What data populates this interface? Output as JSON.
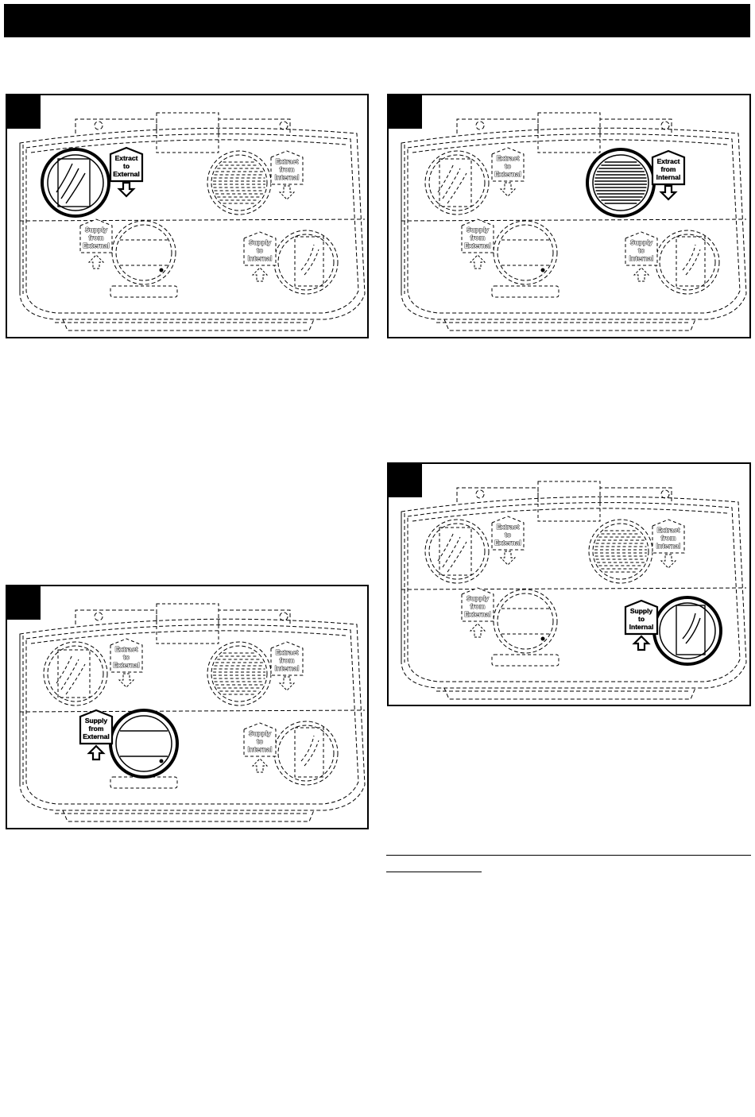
{
  "header": {
    "title": ""
  },
  "labels": {
    "extract_to_external": [
      "Extract",
      "to",
      "External"
    ],
    "extract_from_internal": [
      "Extract",
      "from",
      "Internal"
    ],
    "supply_from_external": [
      "Supply",
      "from",
      "External"
    ],
    "supply_to_internal": [
      "Supply",
      "to",
      "Internal"
    ]
  },
  "panels": [
    {
      "id": "panel-1",
      "highlight": "extract_to_external"
    },
    {
      "id": "panel-2",
      "highlight": "extract_from_internal"
    },
    {
      "id": "panel-3",
      "highlight": "supply_from_external"
    },
    {
      "id": "panel-4",
      "highlight": "supply_to_internal"
    }
  ]
}
